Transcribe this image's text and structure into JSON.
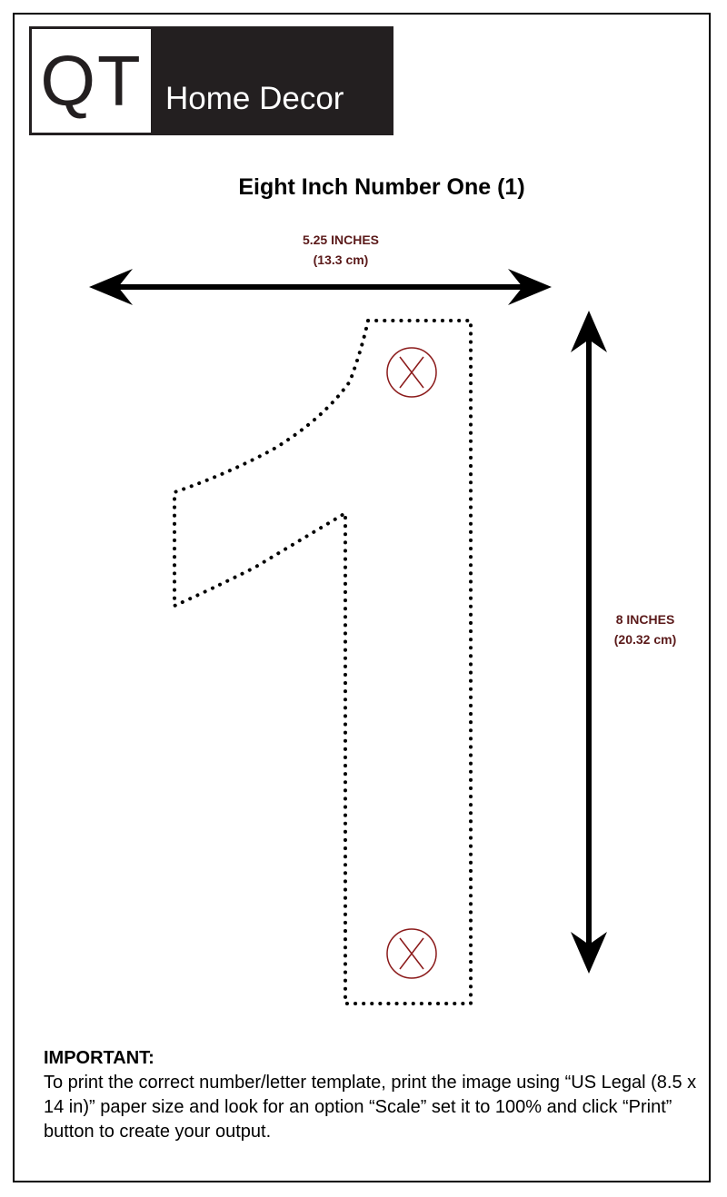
{
  "brand": {
    "mark": "QT",
    "name": "Home Decor"
  },
  "title": "Eight Inch Number One (1)",
  "dimensions": {
    "width": {
      "value": "5.25 INCHES",
      "metric": "(13.3 cm)"
    },
    "height": {
      "value": "8 INCHES",
      "metric": "(20.32 cm)"
    }
  },
  "mounting_holes": {
    "count": 2,
    "symbol": "circled-x-icon"
  },
  "notice": {
    "heading": "IMPORTANT:",
    "text": "To print the correct number/letter template, print the image using “US Legal (8.5 x 14 in)” paper size and look for an option “Scale” set it to 100% and click “Print” button to create your output."
  },
  "colors": {
    "logo_dark": "#231f20",
    "dimension_text": "#5b1a1a",
    "hole_marker": "#8b1a1a"
  }
}
